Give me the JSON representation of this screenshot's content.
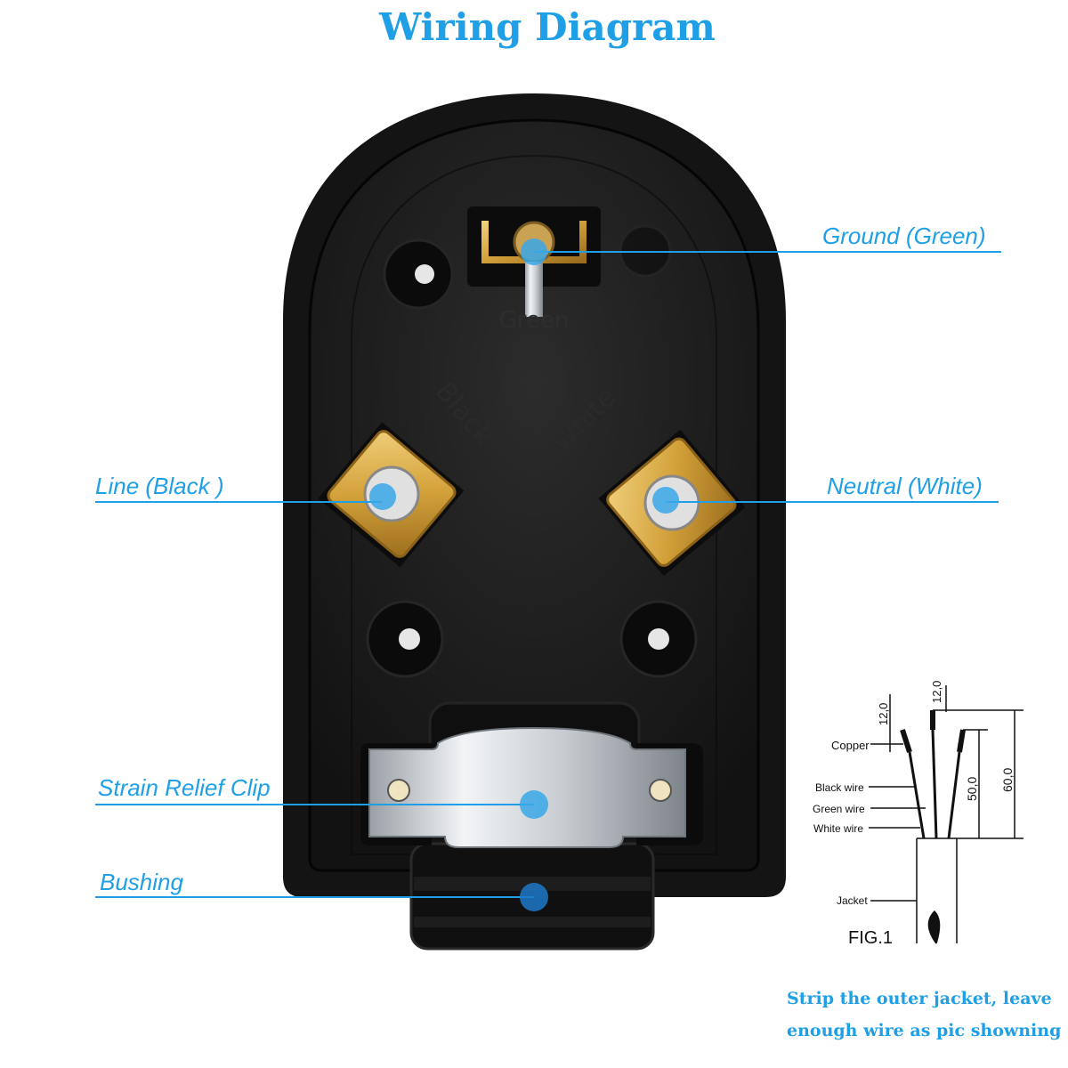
{
  "title": "Wiring Diagram",
  "labels": {
    "ground": "Ground (Green)",
    "line": "Line (Black )",
    "neutral": "Neutral (White)",
    "strain_relief": "Strain Relief Clip",
    "bushing": "Bushing"
  },
  "plug_markings": {
    "green": "Green",
    "black": "Black",
    "white": "White"
  },
  "figure": {
    "caption": "FIG.1",
    "copper": "Copper",
    "black_wire": "Black wire",
    "green_wire": "Green wire",
    "white_wire": "White wire",
    "jacket": "Jacket",
    "dim_strip_1": "12,0",
    "dim_strip_2": "12,0",
    "dim_50": "50,0",
    "dim_60": "60,0"
  },
  "note": {
    "line1": "Strip the outer jacket, leave",
    "line2": "enough  wire as pic showning"
  },
  "colors": {
    "accent": "#1e9fe6",
    "plug_body": "#1a1a1a",
    "brass": "#d6a33c",
    "marker": "#3aa7e8"
  }
}
